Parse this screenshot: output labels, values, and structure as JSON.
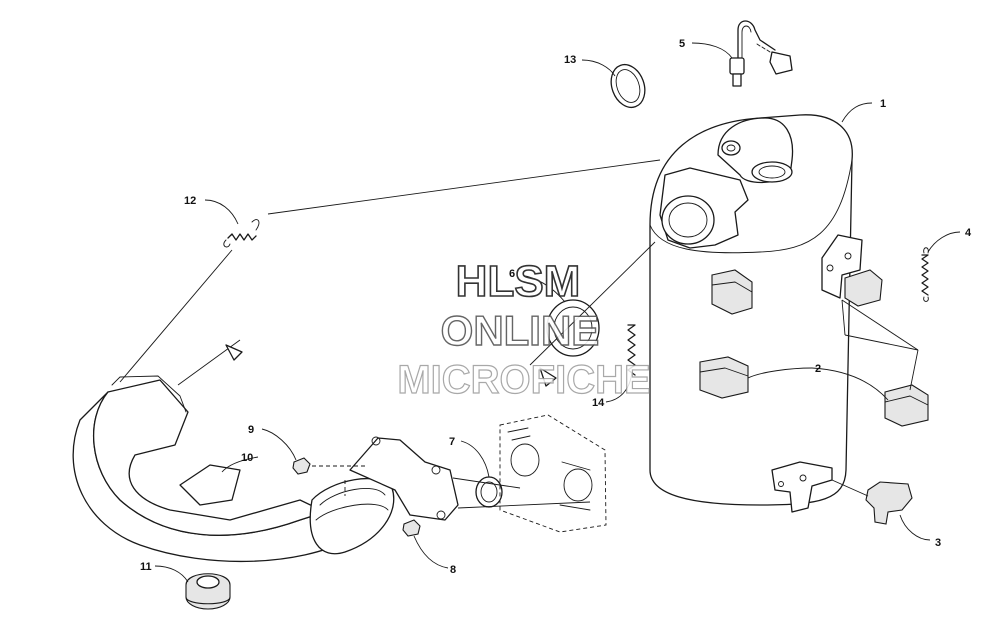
{
  "diagram": {
    "callouts": [
      "1",
      "2",
      "3",
      "4",
      "5",
      "6",
      "7",
      "8",
      "9",
      "10",
      "11",
      "12",
      "13",
      "14"
    ]
  },
  "watermark": {
    "line1": "HLSM",
    "line2": "ONLINE",
    "line3": "MICROFICHE"
  },
  "colors": {
    "line": "#1a1a1a",
    "background": "#ffffff",
    "watermark_outline": "#555555"
  }
}
